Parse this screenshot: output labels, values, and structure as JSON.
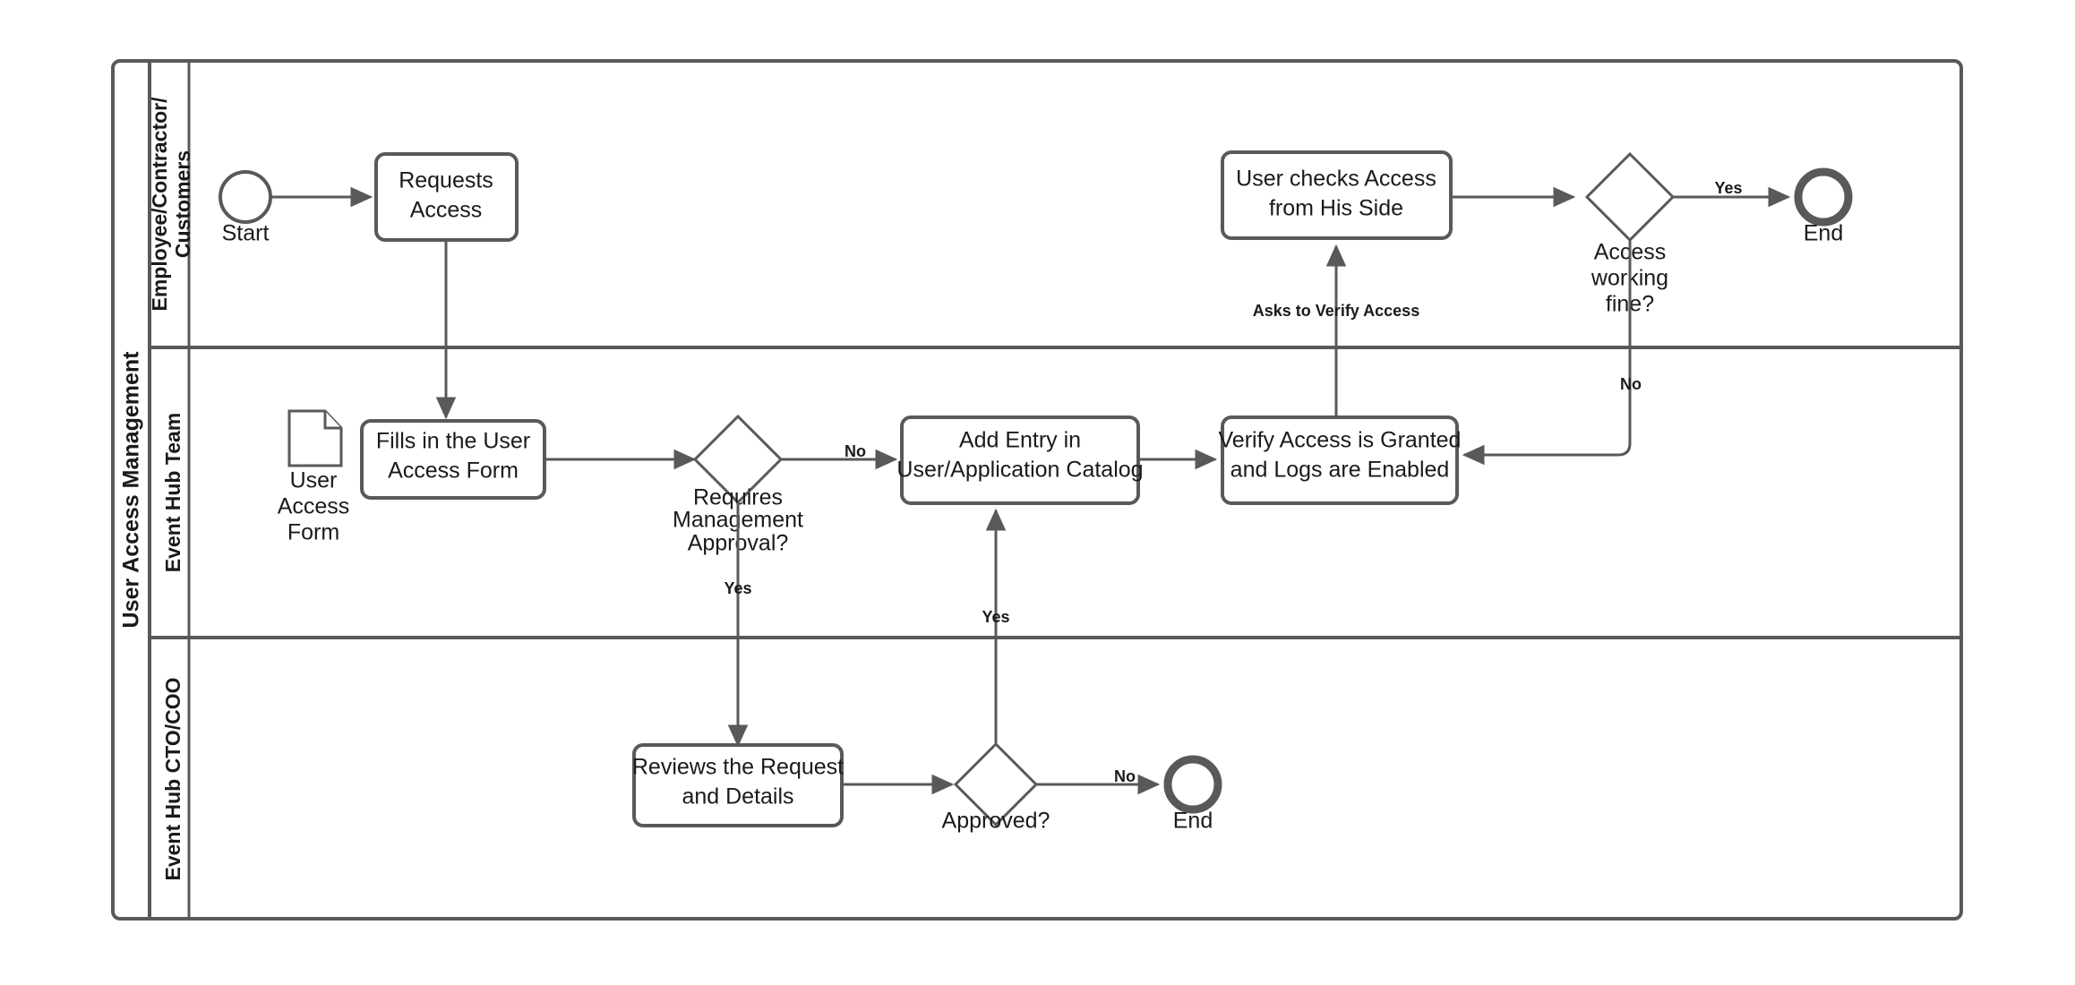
{
  "diagram": {
    "type": "bpmn-swimlane-flowchart",
    "pool": {
      "label": "User Access Management"
    },
    "lanes": [
      {
        "id": "lane-employee",
        "label": "Employee/Contractor/Customers"
      },
      {
        "id": "lane-team",
        "label": "Event Hub Team"
      },
      {
        "id": "lane-cto",
        "label": "Event Hub CTO/COO"
      }
    ],
    "events": {
      "start": {
        "label": "Start"
      },
      "end_top": {
        "label": "End"
      },
      "end_bottom": {
        "label": "End"
      }
    },
    "tasks": {
      "requests_access": {
        "line1": "Requests",
        "line2": "Access"
      },
      "user_checks_access": {
        "line1": "User checks Access",
        "line2": "from His Side"
      },
      "fills_form": {
        "line1": "Fills in the User",
        "line2": "Access Form"
      },
      "add_entry": {
        "line1": "Add Entry in",
        "line2": "User/Application Catalog"
      },
      "verify_access": {
        "line1": "Verify Access is Granted",
        "line2": "and Logs are Enabled"
      },
      "reviews_request": {
        "line1": "Reviews the Request",
        "line2": "and Details"
      }
    },
    "gateways": {
      "access_working": {
        "line1": "Access",
        "line2": "working",
        "line3": "fine?"
      },
      "requires_approval": {
        "line1": "Requires",
        "line2": "Management",
        "line3": "Approval?"
      },
      "approved": {
        "line1": "Approved?"
      }
    },
    "data_objects": {
      "user_access_form": {
        "line1": "User",
        "line2": "Access",
        "line3": "Form"
      }
    },
    "flow_labels": {
      "access_working_yes": "Yes",
      "access_working_no": "No",
      "requires_approval_no": "No",
      "requires_approval_yes": "Yes",
      "approved_no": "No",
      "approved_yes": "Yes",
      "asks_to_verify": "Asks to Verify Access"
    },
    "colors": {
      "stroke": "#595959",
      "text": "#1a1a1a",
      "background": "#ffffff"
    }
  }
}
